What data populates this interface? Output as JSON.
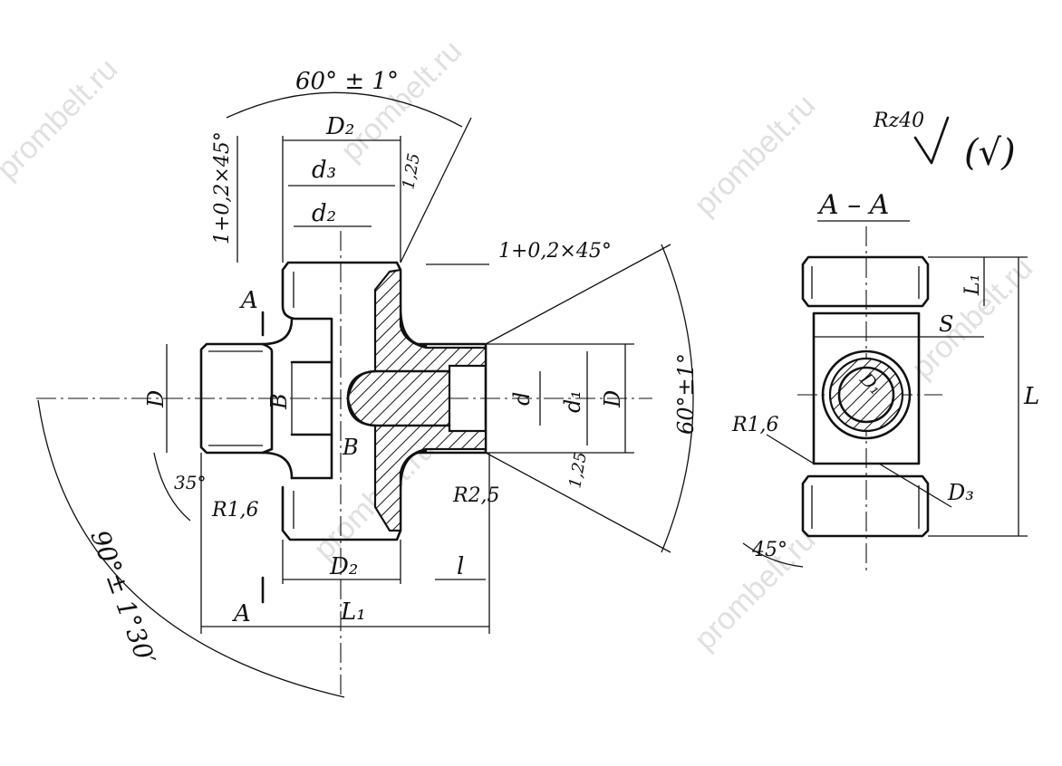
{
  "watermark": "prombelt.ru",
  "front_view": {
    "angle_top": "60° ± 1°",
    "angle_right": "60°±1°",
    "angle_left": "90°± 1°30′",
    "angle_small": "35°",
    "chamfer_left": "1+0,2×45°",
    "chamfer_right": "1+0,2×45°",
    "d2_top": "D₂",
    "d3_top": "d₃",
    "d2_inner": "d₂",
    "d_small": "d",
    "d1": "d₁",
    "D_right": "D",
    "D_left": "D",
    "B_left": "B",
    "B_bottom": "B",
    "r16": "R1,6",
    "r25": "R2,5",
    "d2_bottom": "D₂",
    "l_small": "l",
    "L1": "L₁",
    "section_mark_top": "A",
    "section_mark_bottom": "A",
    "roughness_top": "1,25",
    "roughness_bottom": "1,25"
  },
  "section_view": {
    "rz_label": "Rz40",
    "rz_paren": "(√)",
    "title": "A – A",
    "L1": "L₁",
    "S": "S",
    "L": "L",
    "d1": "D₁",
    "R16": "R1,6",
    "D3": "D₃",
    "angle45": "45°"
  }
}
